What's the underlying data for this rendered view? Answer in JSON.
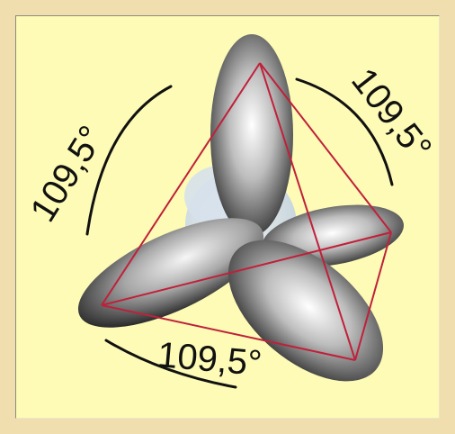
{
  "diagram": {
    "angle_labels": [
      "109,5°",
      "109,5°",
      "109,5°"
    ],
    "colors": {
      "background": "#fdfbb6",
      "frame": "#f1deaf",
      "lobe_dark": "#3a3a3a",
      "lobe_light": "#ffffff",
      "core": "#c9d6e6",
      "tetrahedron": "#c0203a",
      "arc": "#111111"
    },
    "shape": "sp3 hybrid orbitals, tetrahedral"
  }
}
